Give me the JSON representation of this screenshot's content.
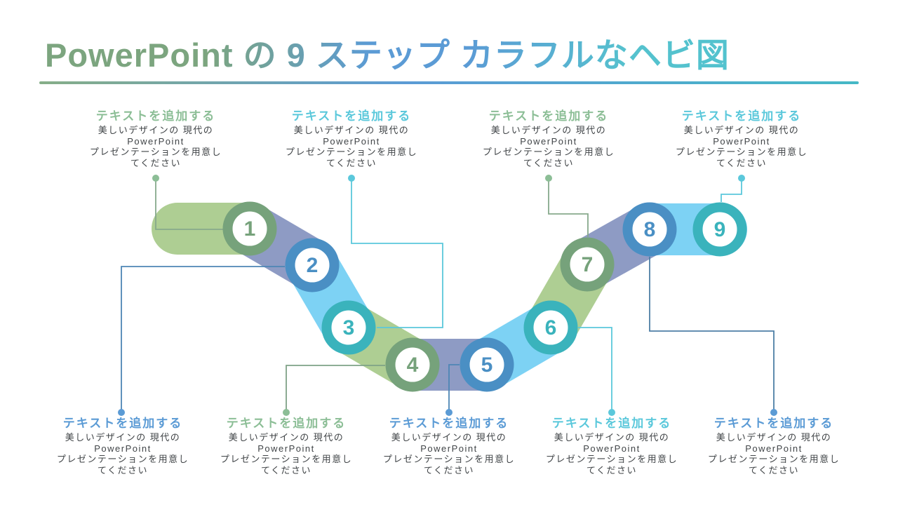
{
  "title": {
    "text": "PowerPoint の 9 ステップ カラフルなヘビ図",
    "gradient_colors": [
      "#7CA57F",
      "#5B9BD5",
      "#55C2CE"
    ]
  },
  "palette": {
    "band_green": "#AECE93",
    "band_purple": "#8E9BC4",
    "band_blue": "#7DD2F4",
    "ring_green": "#76A27B",
    "ring_blue": "#4A8FC4",
    "ring_teal": "#3AB3BC",
    "body_text": "#404447"
  },
  "steps": [
    {
      "number": "1",
      "ring": "#76A27B"
    },
    {
      "number": "2",
      "ring": "#4A8FC4"
    },
    {
      "number": "3",
      "ring": "#3AB3BC"
    },
    {
      "number": "4",
      "ring": "#76A27B"
    },
    {
      "number": "5",
      "ring": "#4A8FC4"
    },
    {
      "number": "6",
      "ring": "#3AB3BC"
    },
    {
      "number": "7",
      "ring": "#76A27B"
    },
    {
      "number": "8",
      "ring": "#4A8FC4"
    },
    {
      "number": "9",
      "ring": "#3AB3BC"
    }
  ],
  "blocks": [
    {
      "id": "top-1",
      "heading": "テキストを追加する",
      "body": "美しいデザインの 現代の\nPowerPoint\nプレゼンテーションを用意し\nてください",
      "accent": "#8CBE96",
      "line_color": "#87A98C"
    },
    {
      "id": "top-2",
      "heading": "テキストを追加する",
      "body": "美しいデザインの 現代の\nPowerPoint\nプレゼンテーションを用意し\nてください",
      "accent": "#5BC8DB",
      "line_color": "#5BC8DB"
    },
    {
      "id": "top-3",
      "heading": "テキストを追加する",
      "body": "美しいデザインの 現代の\nPowerPoint\nプレゼンテーションを用意し\nてください",
      "accent": "#8CBE96",
      "line_color": "#87A98C"
    },
    {
      "id": "top-4",
      "heading": "テキストを追加する",
      "body": "美しいデザインの 現代の\nPowerPoint\nプレゼンテーションを用意し\nてください",
      "accent": "#5BC8DB",
      "line_color": "#5BC8DB"
    },
    {
      "id": "bottom-1",
      "heading": "テキストを追加する",
      "body": "美しいデザインの 現代の\nPowerPoint\nプレゼンテーションを用意し\nてください",
      "accent": "#5B9BD5",
      "line_color": "#4E86B5"
    },
    {
      "id": "bottom-2",
      "heading": "テキストを追加する",
      "body": "美しいデザインの 現代の\nPowerPoint\nプレゼンテーションを用意し\nてください",
      "accent": "#8CBE96",
      "line_color": "#7FA287"
    },
    {
      "id": "bottom-3",
      "heading": "テキストを追加する",
      "body": "美しいデザインの 現代の\nPowerPoint\nプレゼンテーションを用意し\nてください",
      "accent": "#5B9BD5",
      "line_color": "#4E86B5"
    },
    {
      "id": "bottom-4",
      "heading": "テキストを追加する",
      "body": "美しいデザインの 現代の\nPowerPoint\nプレゼンテーションを用意し\nてください",
      "accent": "#5BC8DB",
      "line_color": "#5BC8DB"
    },
    {
      "id": "bottom-5",
      "heading": "テキストを追加する",
      "body": "美しいデザインの 現代の\nPowerPoint\nプレゼンテーションを用意し\nてください",
      "accent": "#5B9BD5",
      "line_color": "#4E7FA6"
    }
  ]
}
